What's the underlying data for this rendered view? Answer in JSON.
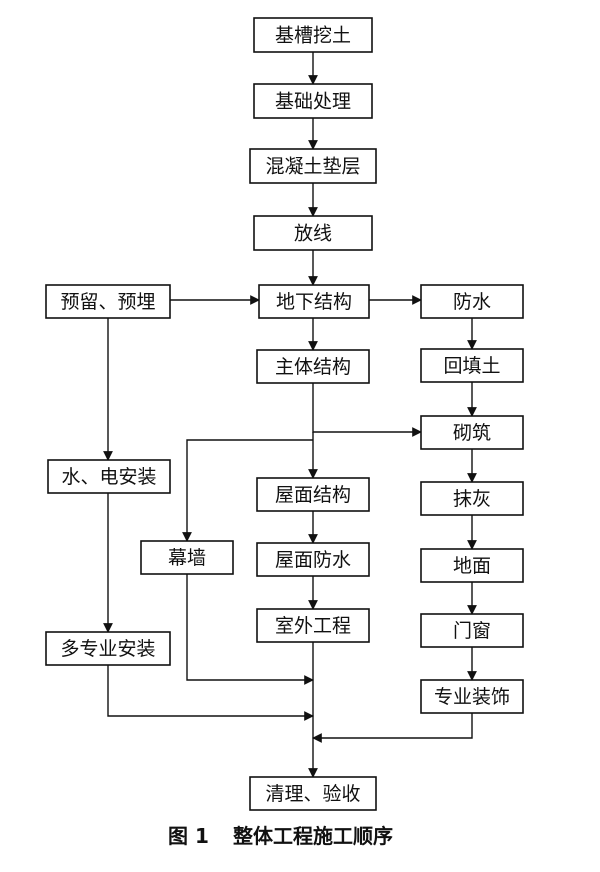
{
  "diagram": {
    "caption": {
      "figure": "图 1",
      "title": "整体工程施工顺序"
    },
    "nodes": [
      {
        "id": "excavation",
        "label": "基槽挖土"
      },
      {
        "id": "foundation",
        "label": "基础处理"
      },
      {
        "id": "concrete_cushion",
        "label": "混凝土垫层"
      },
      {
        "id": "setting_out",
        "label": "放线"
      },
      {
        "id": "embedment",
        "label": "预留、预埋"
      },
      {
        "id": "underground",
        "label": "地下结构"
      },
      {
        "id": "waterproof",
        "label": "防水"
      },
      {
        "id": "main_structure",
        "label": "主体结构"
      },
      {
        "id": "backfill",
        "label": "回填土"
      },
      {
        "id": "water_electric",
        "label": "水、电安装"
      },
      {
        "id": "masonry",
        "label": "砌筑"
      },
      {
        "id": "roof_structure",
        "label": "屋面结构"
      },
      {
        "id": "plastering",
        "label": "抹灰"
      },
      {
        "id": "curtain_wall",
        "label": "幕墙"
      },
      {
        "id": "roof_waterproof",
        "label": "屋面防水"
      },
      {
        "id": "floor",
        "label": "地面"
      },
      {
        "id": "outdoor",
        "label": "室外工程"
      },
      {
        "id": "doors_windows",
        "label": "门窗"
      },
      {
        "id": "multi_install",
        "label": "多专业安装"
      },
      {
        "id": "decoration",
        "label": "专业装饰"
      },
      {
        "id": "cleanup",
        "label": "清理、验收"
      }
    ],
    "edges": [
      {
        "from": "excavation",
        "to": "foundation"
      },
      {
        "from": "foundation",
        "to": "concrete_cushion"
      },
      {
        "from": "concrete_cushion",
        "to": "setting_out"
      },
      {
        "from": "setting_out",
        "to": "underground"
      },
      {
        "from": "embedment",
        "to": "underground"
      },
      {
        "from": "underground",
        "to": "waterproof"
      },
      {
        "from": "underground",
        "to": "main_structure"
      },
      {
        "from": "waterproof",
        "to": "backfill"
      },
      {
        "from": "backfill",
        "to": "masonry"
      },
      {
        "from": "main_structure",
        "to": "masonry"
      },
      {
        "from": "main_structure",
        "to": "roof_structure"
      },
      {
        "from": "main_structure",
        "to": "curtain_wall"
      },
      {
        "from": "embedment",
        "to": "water_electric"
      },
      {
        "from": "water_electric",
        "to": "multi_install"
      },
      {
        "from": "masonry",
        "to": "plastering"
      },
      {
        "from": "plastering",
        "to": "floor"
      },
      {
        "from": "floor",
        "to": "doors_windows"
      },
      {
        "from": "doors_windows",
        "to": "decoration"
      },
      {
        "from": "roof_structure",
        "to": "roof_waterproof"
      },
      {
        "from": "roof_waterproof",
        "to": "outdoor"
      },
      {
        "from": "outdoor",
        "to": "cleanup"
      },
      {
        "from": "curtain_wall",
        "to": "cleanup"
      },
      {
        "from": "multi_install",
        "to": "cleanup"
      },
      {
        "from": "decoration",
        "to": "cleanup"
      }
    ]
  }
}
